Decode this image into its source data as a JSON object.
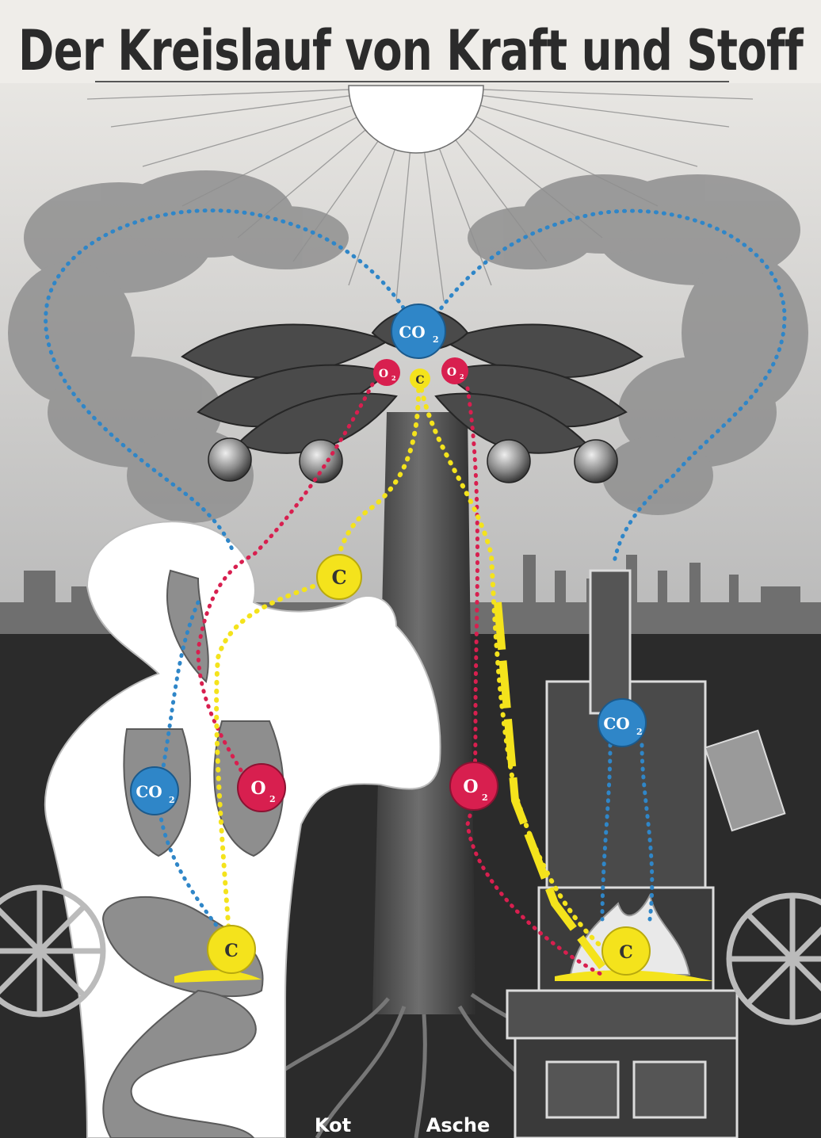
{
  "poster": {
    "title": "Der Kreislauf von Kraft und Stoff",
    "molecules": {
      "co2": "CO",
      "co2_sub": "2",
      "o2": "O",
      "o2_sub": "2",
      "carbon": "C"
    },
    "ground_labels": {
      "feces": "Kot",
      "ash": "Asche"
    },
    "colors": {
      "co2_blue": "#2f86c8",
      "o2_red": "#d81f4f",
      "carbon_yellow": "#f4e31c",
      "paper": "#efede9"
    }
  }
}
